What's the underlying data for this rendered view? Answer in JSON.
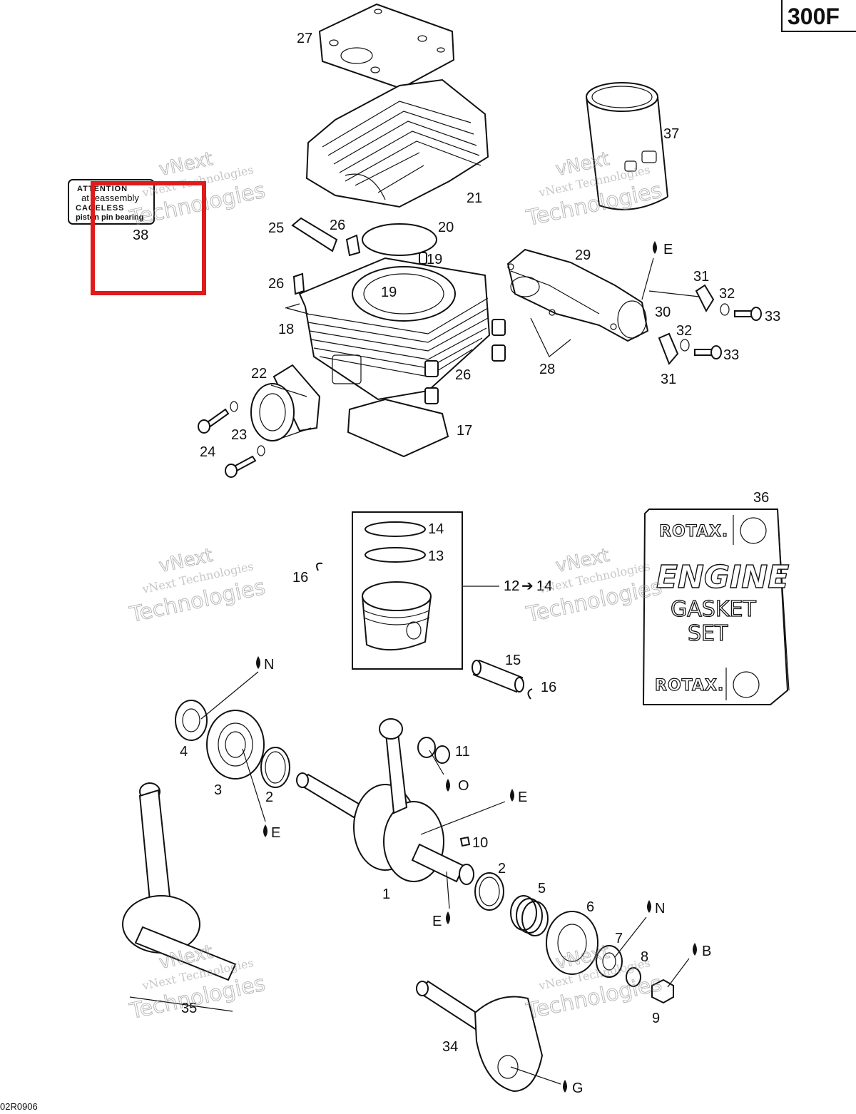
{
  "diagram": {
    "model_code": "300F",
    "reference_code": "02R0906",
    "watermark": [
      "vNext",
      "Technologies"
    ],
    "callouts": [
      "27",
      "37",
      "21",
      "25",
      "26",
      "20",
      "19",
      "19",
      "26",
      "18",
      "29",
      "E",
      "31",
      "32",
      "33",
      "30",
      "32",
      "33",
      "31",
      "28",
      "26",
      "22",
      "17",
      "23",
      "24",
      "36",
      "14",
      "13",
      "16",
      "12",
      "14",
      "15",
      "16",
      "N",
      "4",
      "3",
      "2",
      "E",
      "11",
      "O",
      "E",
      "10",
      "1",
      "2",
      "E",
      "5",
      "6",
      "N",
      "7",
      "8",
      "B",
      "9",
      "35",
      "34",
      "G"
    ],
    "decal": {
      "number": "38",
      "lines": [
        "ATTENTION",
        "at reassembly",
        "CAGELESS",
        "piston pin bearing"
      ]
    },
    "gasket_set": {
      "number": "36",
      "brand_top": "ROTAX.",
      "title_1": "ENGINE",
      "title_2": "GASKET",
      "title_3": "SET",
      "brand_bottom": "ROTAX."
    },
    "piston_group": {
      "range_from": "12",
      "arrow": "➔",
      "range_to": "14"
    }
  }
}
